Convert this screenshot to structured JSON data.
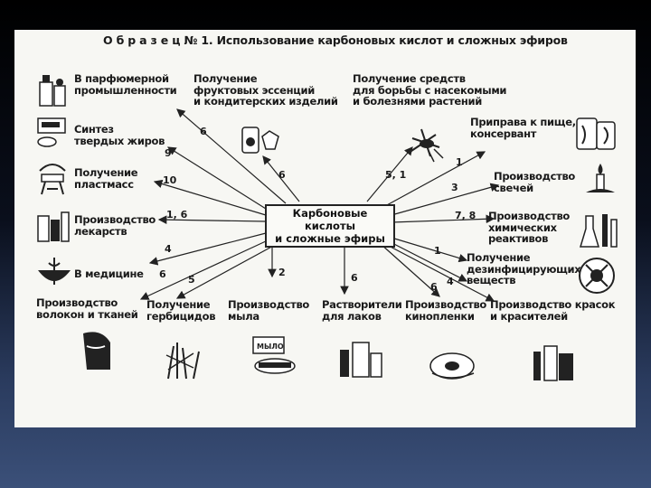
{
  "title": "О б р а з е ц  № 1. Использование карбоновых кислот и сложных эфиров",
  "center": "Карбоновые кислоты\nи сложные эфиры",
  "items": [
    {
      "label": "В парфюмерной\nпромышленности",
      "num": ""
    },
    {
      "label": "Получение\nфруктовых эссенций\nи кондитерских изделий",
      "num": "6"
    },
    {
      "label": "Получение средств\nдля борьбы с насекомыми\nи болезнями растений",
      "num": "5, 1"
    },
    {
      "label": "Приправа к пище,\nконсервант",
      "num": "1"
    },
    {
      "label": "Синтез\nтвердых жиров",
      "num": "9"
    },
    {
      "label": "Получение\nпластмасс",
      "num": "10"
    },
    {
      "label": "Производство\nсвечей",
      "num": "3"
    },
    {
      "label": "Производство\nлекарств",
      "num": "1, 6"
    },
    {
      "label": "Производство\nхимических\nреактивов",
      "num": "7, 8"
    },
    {
      "label": "В медицине",
      "num": "4"
    },
    {
      "label": "Получение\nдезинфицирующих\nвеществ",
      "num": "1"
    },
    {
      "label": "Производство\nволокон и тканей",
      "num": "6"
    },
    {
      "label": "Получение\nгербицидов",
      "num": "5"
    },
    {
      "label": "Производство\nмыла",
      "num": "2"
    },
    {
      "label": "Растворители\nдля лаков",
      "num": "6"
    },
    {
      "label": "Производство\nкинопленки",
      "num": "6"
    },
    {
      "label": "Производство красок\nи красителей",
      "num": "4"
    }
  ],
  "extra_num": "6",
  "soap_text": "МЫЛО"
}
